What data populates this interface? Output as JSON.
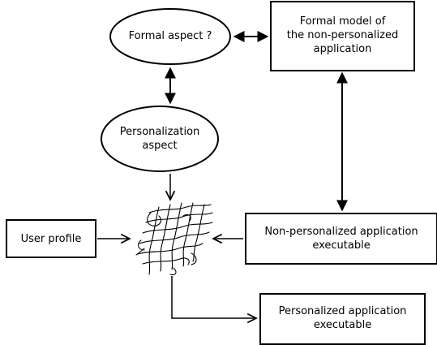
{
  "nodes": {
    "formal_aspect": {
      "lines": [
        "Formal aspect ?"
      ]
    },
    "formal_model": {
      "lines": [
        "Formal model of",
        "the non-personalized",
        "application"
      ]
    },
    "personalization_aspect": {
      "lines": [
        "Personalization",
        "aspect"
      ]
    },
    "user_profile": {
      "lines": [
        "User profile"
      ]
    },
    "non_personalized_exec": {
      "lines": [
        "Non-personalized application",
        "executable"
      ]
    },
    "personalized_exec": {
      "lines": [
        "Personalized application",
        "executable"
      ]
    }
  },
  "colors": {
    "stroke": "#000000",
    "fill": "#ffffff"
  },
  "weaver_icon": "woven-mesh-icon"
}
